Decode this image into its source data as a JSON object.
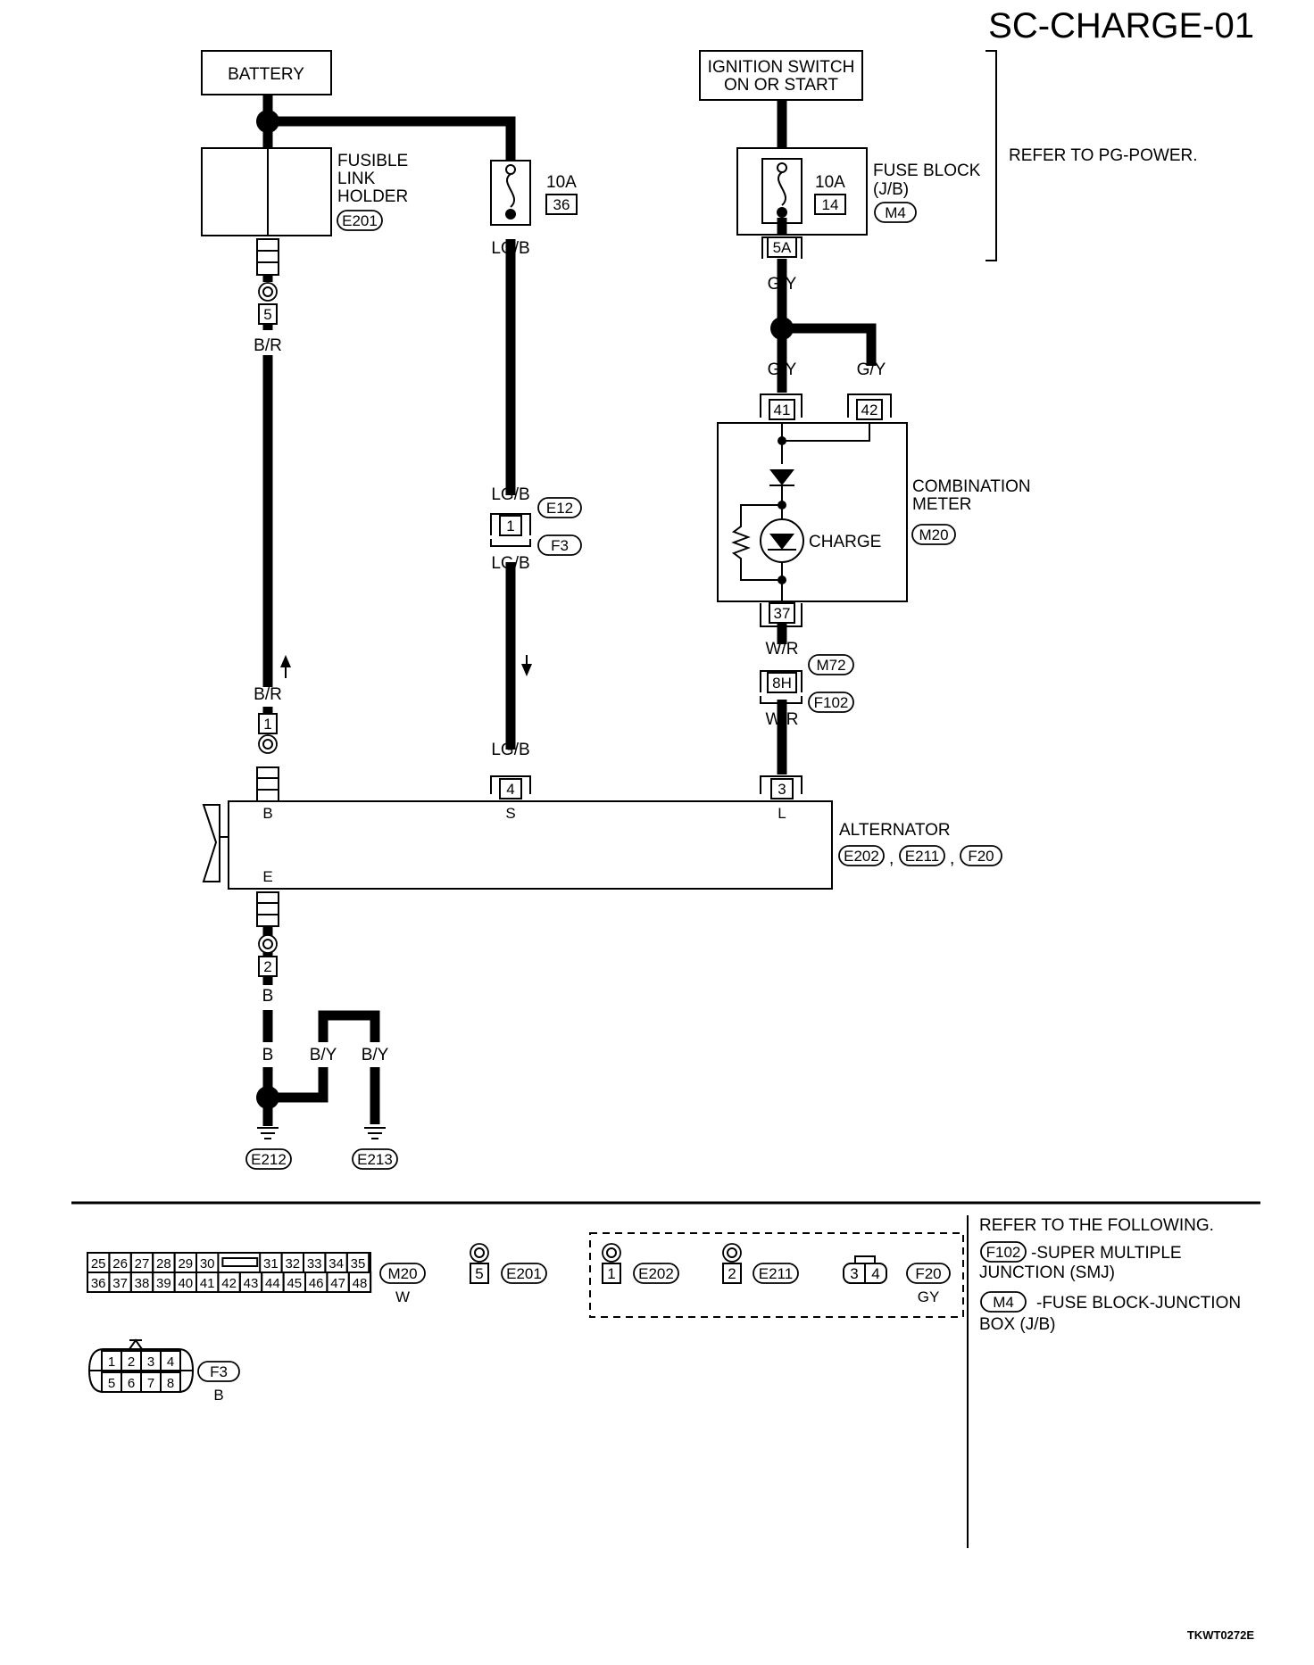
{
  "diagram_id": "SC-CHARGE-01",
  "footer_code": "TKWT0272E",
  "colors": {
    "ink": "#000000",
    "paper": "#ffffff"
  },
  "components": {
    "battery": "BATTERY",
    "ignition_l1": "IGNITION SWITCH",
    "ignition_l2": "ON OR START",
    "fusible_l1": "FUSIBLE",
    "fusible_l2": "LINK",
    "fusible_l3": "HOLDER",
    "fusible_conn": "E201",
    "fuse1_rating": "10A",
    "fuse1_num": "36",
    "fuse2_rating": "10A",
    "fuse2_num": "14",
    "fuseblock_l1": "FUSE BLOCK",
    "fuseblock_l2": "(J/B)",
    "fuseblock_conn": "M4",
    "refer_pg": "REFER TO PG-POWER.",
    "combo_l1": "COMBINATION",
    "combo_l2": "METER",
    "combo_conn": "M20",
    "charge": "CHARGE",
    "alternator": "ALTERNATOR",
    "alt_conn1": "E202",
    "alt_conn2": "E211",
    "alt_conn3": "F20",
    "alt_sep": ","
  },
  "wires": {
    "br": "B/R",
    "lgb": "LG/B",
    "gy": "G/Y",
    "wr": "W/R",
    "b": "B",
    "by": "B/Y"
  },
  "pins": {
    "p5": "5",
    "p1": "1",
    "p2": "2",
    "p4": "4",
    "p3": "3",
    "p5a": "5A",
    "p41": "41",
    "p42": "42",
    "p37": "37",
    "p8h": "8H",
    "term_b": "B",
    "term_s": "S",
    "term_l": "L",
    "term_e": "E"
  },
  "connectors": {
    "e12": "E12",
    "f3": "F3",
    "m72": "M72",
    "f102": "F102",
    "e212": "E212",
    "e213": "E213"
  },
  "legend": {
    "m20_top": [
      "25",
      "26",
      "27",
      "28",
      "29",
      "30",
      "31",
      "32",
      "33",
      "34",
      "35"
    ],
    "m20_bot": [
      "36",
      "37",
      "38",
      "39",
      "40",
      "41",
      "42",
      "43",
      "44",
      "45",
      "46",
      "47",
      "48"
    ],
    "m20_id": "M20",
    "m20_color": "W",
    "e201_pin": "5",
    "e201_id": "E201",
    "e202_pin": "1",
    "e202_id": "E202",
    "e211_pin": "2",
    "e211_id": "E211",
    "f20_pin_a": "3",
    "f20_pin_b": "4",
    "f20_id": "F20",
    "f20_color": "GY",
    "f3_top": [
      "1",
      "2",
      "3",
      "4"
    ],
    "f3_bot": [
      "5",
      "6",
      "7",
      "8"
    ],
    "f3_id": "F3",
    "f3_color": "B",
    "refer_title": "REFER TO THE FOLLOWING.",
    "ref1_id": "F102",
    "ref1_l1": "-SUPER MULTIPLE",
    "ref1_l2": "JUNCTION (SMJ)",
    "ref2_id": "M4",
    "ref2_l1": "-FUSE BLOCK-JUNCTION",
    "ref2_l2": "BOX (J/B)"
  }
}
